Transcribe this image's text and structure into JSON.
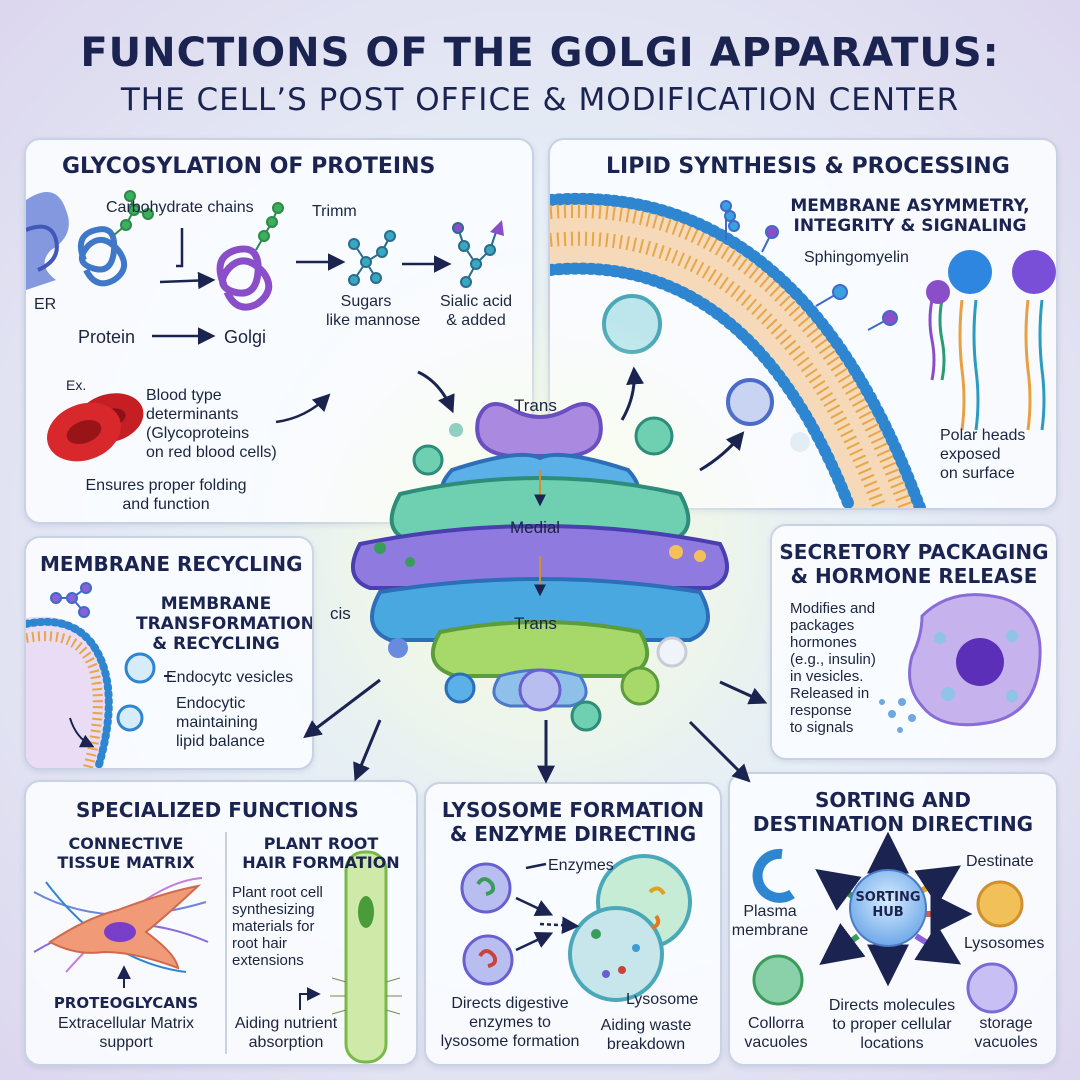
{
  "title": {
    "line1": "FUNCTIONS OF THE GOLGI APPARATUS:",
    "line2": "THE CELL’S POST OFFICE & MODIFICATION CENTER"
  },
  "center": {
    "top_label": "Trans",
    "middle_label": "Medial",
    "bottom_label": "Trans",
    "cis_label": "cis"
  },
  "glycosylation": {
    "title": "GLYCOSYLATION OF PROTEINS",
    "carbohydrate": "Carbohydrate chains",
    "trimm": "Trimm",
    "er": "ER",
    "protein": "Protein",
    "golgi": "Golgi",
    "sugars": [
      "Sugars",
      "like mannose"
    ],
    "sialic": [
      "Sialic acid",
      "& added"
    ],
    "ex": "Ex.",
    "blood": [
      "Blood type",
      "determinants",
      "(Glycoproteins",
      "on red blood cells)"
    ],
    "ensures": [
      "Ensures proper folding",
      "and function"
    ]
  },
  "lipid": {
    "title": "LIPID SYNTHESIS & PROCESSING",
    "subtitle": [
      "MEMBRANE ASYMMETRY,",
      "INTEGRITY & SIGNALING"
    ],
    "sphingo": "Sphingomyelin",
    "polar": [
      "Polar heads",
      "exposed",
      "on surface"
    ]
  },
  "recycling": {
    "title": "MEMBRANE RECYCLING",
    "subtitle": [
      "MEMBRANE",
      "TRANSFORMATION",
      "& RECYCLING"
    ],
    "endo1": "Endocytc vesicles",
    "endo2": [
      "Endocytic",
      "maintaining",
      "lipid balance"
    ]
  },
  "secretory": {
    "title": [
      "SECRETORY PACKAGING",
      "& HORMONE RELEASE"
    ],
    "body": [
      "Modifies and",
      "packages",
      "hormones",
      "(e.g., insulin)",
      "in vesicles.",
      "Released in",
      "response",
      "to signals"
    ]
  },
  "specialized": {
    "title": "SPECIALIZED FUNCTIONS",
    "ct_title": [
      "CONNECTIVE",
      "TISSUE MATRIX"
    ],
    "proteo": "PROTEOGLYCANS",
    "ecm": [
      "Extracellular Matrix",
      "support"
    ],
    "plant_title": [
      "PLANT ROOT",
      "HAIR FORMATION"
    ],
    "plant_body": [
      "Plant root cell",
      "synthesizing",
      "materials for",
      "root hair",
      "extensions"
    ],
    "aiding": [
      "Aiding nutrient",
      "absorption"
    ]
  },
  "lysosome": {
    "title": [
      "LYSOSOME FORMATION",
      "& ENZYME DIRECTING"
    ],
    "enzymes": "Enzymes",
    "directs": [
      "Directs digestive",
      "enzymes to",
      "lysosome formation"
    ],
    "lyso": "Lysosome",
    "waste": [
      "Aiding waste",
      "breakdown"
    ]
  },
  "sorting": {
    "title": [
      "SORTING AND",
      "DESTINATION DIRECTING"
    ],
    "hub": [
      "SORTING",
      "HUB"
    ],
    "destinate": "Destinate",
    "plasma": [
      "Plasma",
      "membrane"
    ],
    "lysosomes": "Lysosomes",
    "directs": [
      "Directs molecules",
      "to proper cellular",
      "locations"
    ],
    "collorra": [
      "Collorra",
      "vacuoles"
    ],
    "storage": [
      "storage",
      "vacuoles"
    ]
  }
}
